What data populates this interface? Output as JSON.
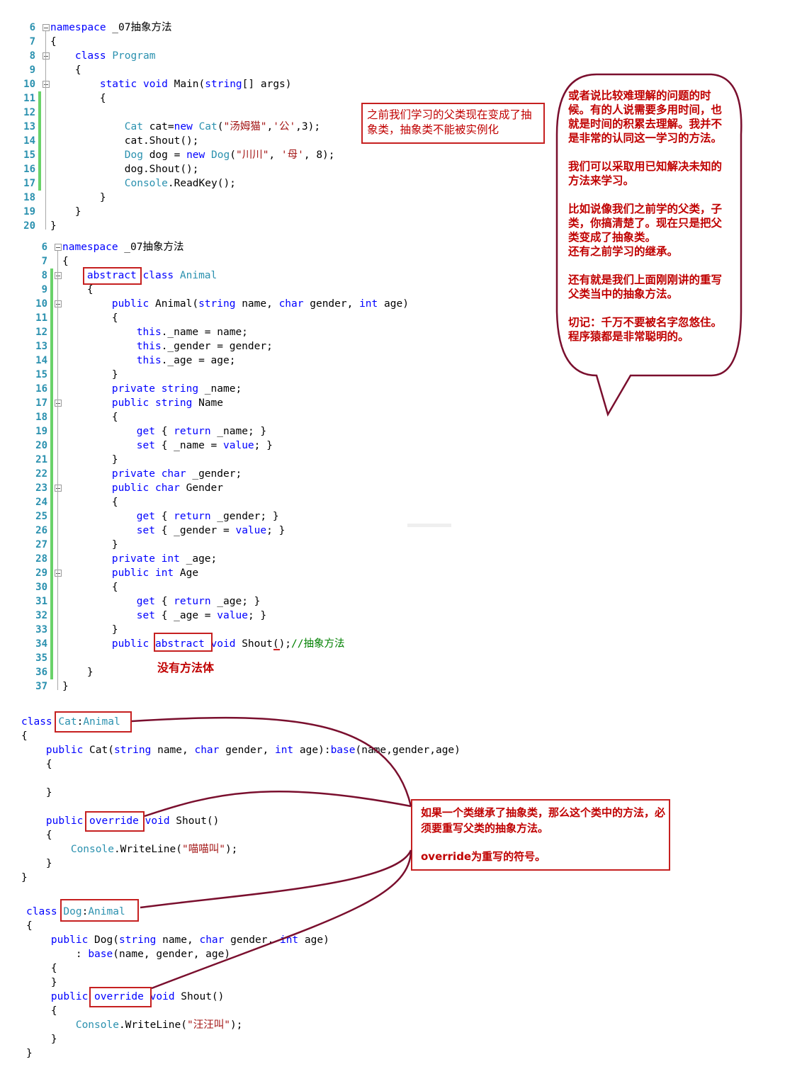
{
  "block1": {
    "lines": [
      {
        "n": "6",
        "html": "<span class=\"kw\">namespace</span> _07<span class=\"cjk\">抽象方法</span>"
      },
      {
        "n": "7",
        "html": "{"
      },
      {
        "n": "8",
        "html": "    <span class=\"kw\">class</span> <span class=\"ty\">Program</span>"
      },
      {
        "n": "9",
        "html": "    {"
      },
      {
        "n": "10",
        "html": "        <span class=\"kw\">static</span> <span class=\"kw\">void</span> Main(<span class=\"kw\">string</span>[] args)"
      },
      {
        "n": "11",
        "html": "        {"
      },
      {
        "n": "12",
        "html": ""
      },
      {
        "n": "13",
        "html": "            <span class=\"ty\">Cat</span> cat=<span class=\"kw\">new</span> <span class=\"ty\">Cat</span>(<span class=\"str\">\"<span class=\"cjk\">汤姆猫</span>\"</span>,<span class=\"str\">'<span class=\"cjk\">公</span>'</span>,3);"
      },
      {
        "n": "14",
        "html": "            cat.Shout();"
      },
      {
        "n": "15",
        "html": "            <span class=\"ty\">Dog</span> dog = <span class=\"kw\">new</span> <span class=\"ty\">Dog</span>(<span class=\"str\">\"<span class=\"cjk\">川川</span>\"</span>, <span class=\"str\">'<span class=\"cjk\">母</span>'</span>, 8);"
      },
      {
        "n": "16",
        "html": "            dog.Shout();"
      },
      {
        "n": "17",
        "html": "            <span class=\"ty\">Console</span>.ReadKey();"
      },
      {
        "n": "18",
        "html": "        }"
      },
      {
        "n": "19",
        "html": "    }"
      },
      {
        "n": "20",
        "html": "}"
      }
    ]
  },
  "block2": {
    "lines": [
      {
        "n": "6",
        "html": "<span class=\"kw\">namespace</span> _07<span class=\"cjk\">抽象方法</span>"
      },
      {
        "n": "7",
        "html": "{"
      },
      {
        "n": "8",
        "html": "    <span class=\"kw\">abstract</span> <span class=\"kw\">class</span> <span class=\"ty\">Animal</span>"
      },
      {
        "n": "9",
        "html": "    {"
      },
      {
        "n": "10",
        "html": "        <span class=\"kw\">public</span> Animal(<span class=\"kw\">string</span> name, <span class=\"kw\">char</span> gender, <span class=\"kw\">int</span> age)"
      },
      {
        "n": "11",
        "html": "        {"
      },
      {
        "n": "12",
        "html": "            <span class=\"kw\">this</span>._name = name;"
      },
      {
        "n": "13",
        "html": "            <span class=\"kw\">this</span>._gender = gender;"
      },
      {
        "n": "14",
        "html": "            <span class=\"kw\">this</span>._age = age;"
      },
      {
        "n": "15",
        "html": "        }"
      },
      {
        "n": "16",
        "html": "        <span class=\"kw\">private</span> <span class=\"kw\">string</span> _name;"
      },
      {
        "n": "17",
        "html": "        <span class=\"kw\">public</span> <span class=\"kw\">string</span> Name"
      },
      {
        "n": "18",
        "html": "        {"
      },
      {
        "n": "19",
        "html": "            <span class=\"kw\">get</span> { <span class=\"kw\">return</span> _name; }"
      },
      {
        "n": "20",
        "html": "            <span class=\"kw\">set</span> { _name = <span class=\"kw\">value</span>; }"
      },
      {
        "n": "21",
        "html": "        }"
      },
      {
        "n": "22",
        "html": "        <span class=\"kw\">private</span> <span class=\"kw\">char</span> _gender;"
      },
      {
        "n": "23",
        "html": "        <span class=\"kw\">public</span> <span class=\"kw\">char</span> Gender"
      },
      {
        "n": "24",
        "html": "        {"
      },
      {
        "n": "25",
        "html": "            <span class=\"kw\">get</span> { <span class=\"kw\">return</span> _gender; }"
      },
      {
        "n": "26",
        "html": "            <span class=\"kw\">set</span> { _gender = <span class=\"kw\">value</span>; }"
      },
      {
        "n": "27",
        "html": "        }"
      },
      {
        "n": "28",
        "html": "        <span class=\"kw\">private</span> <span class=\"kw\">int</span> _age;"
      },
      {
        "n": "29",
        "html": "        <span class=\"kw\">public</span> <span class=\"kw\">int</span> Age"
      },
      {
        "n": "30",
        "html": "        {"
      },
      {
        "n": "31",
        "html": "            <span class=\"kw\">get</span> { <span class=\"kw\">return</span> _age; }"
      },
      {
        "n": "32",
        "html": "            <span class=\"kw\">set</span> { _age = <span class=\"kw\">value</span>; }"
      },
      {
        "n": "33",
        "html": "        }"
      },
      {
        "n": "34",
        "html": "        <span class=\"kw\">public</span> <span class=\"kw\">abstract</span> <span class=\"kw\">void</span> Shout();<span class=\"cm\">//<span class=\"cjk\">抽象方法</span></span>"
      },
      {
        "n": "35",
        "html": ""
      },
      {
        "n": "36",
        "html": "    }"
      },
      {
        "n": "37",
        "html": "}"
      }
    ]
  },
  "block3": {
    "lines": [
      {
        "html": "<span class=\"kw\">class</span> <span class=\"ty\">Cat</span>:<span class=\"ty\">Animal</span>"
      },
      {
        "html": "{"
      },
      {
        "html": "    <span class=\"kw\">public</span> Cat(<span class=\"kw\">string</span> name, <span class=\"kw\">char</span> gender, <span class=\"kw\">int</span> age):<span class=\"kw\">base</span>(name,gender,age)"
      },
      {
        "html": "    {"
      },
      {
        "html": ""
      },
      {
        "html": "    }"
      },
      {
        "html": ""
      },
      {
        "html": "    <span class=\"kw\">public</span> <span class=\"kw\">override</span> <span class=\"kw\">void</span> Shout()"
      },
      {
        "html": "    {"
      },
      {
        "html": "        <span class=\"ty\">Console</span>.WriteLine(<span class=\"str\">\"<span class=\"cjk\">喵喵叫</span>\"</span>);"
      },
      {
        "html": "    }"
      },
      {
        "html": "}"
      }
    ]
  },
  "block4": {
    "lines": [
      {
        "html": "<span class=\"kw\">class</span> <span class=\"ty\">Dog</span>:<span class=\"ty\">Animal</span>"
      },
      {
        "html": "{"
      },
      {
        "html": "    <span class=\"kw\">public</span> Dog(<span class=\"kw\">string</span> name, <span class=\"kw\">char</span> gender, <span class=\"kw\">int</span> age)"
      },
      {
        "html": "        : <span class=\"kw\">base</span>(name, gender, age)"
      },
      {
        "html": "    {"
      },
      {
        "html": "    }"
      },
      {
        "html": "    <span class=\"kw\">public</span> <span class=\"kw\">override</span> <span class=\"kw\">void</span> Shout()"
      },
      {
        "html": "    {"
      },
      {
        "html": "        <span class=\"ty\">Console</span>.WriteLine(<span class=\"str\">\"<span class=\"cjk\">汪汪叫</span>\"</span>);"
      },
      {
        "html": "    }"
      },
      {
        "html": "}"
      }
    ]
  },
  "notes": {
    "abstract_note": "之前我们学习的父类现在变成了抽象类，抽象类不能被实例化",
    "no_body": "没有方法体",
    "override_note_1": "如果一个类继承了抽象类，那么这个类中的方法，必须要重写父类的抽象方法。",
    "override_note_2": "override为重写的符号。",
    "bubble_p1": "或者说比较难理解的问题的时候。有的人说需要多用时间，也就是时间的积累去理解。我并不是非常的认同这一学习的方法。",
    "bubble_p2": "我们可以采取用已知解决未知的方法来学习。",
    "bubble_p3": "比如说像我们之前学的父类，子类，你搞清楚了。现在只是把父类变成了抽象类。",
    "bubble_p3b": "还有之前学习的继承。",
    "bubble_p4": "还有就是我们上面刚刚讲的重写父类当中的抽象方法。",
    "bubble_p5": "切记：千万不要被名字忽悠住。程序猿都是非常聪明的。"
  },
  "colors": {
    "keyword": "#0000ff",
    "type": "#2b91af",
    "string": "#a31515",
    "comment": "#008000",
    "annotation": "#c00000",
    "box": "#c62020",
    "curve": "#7a0f2e"
  }
}
